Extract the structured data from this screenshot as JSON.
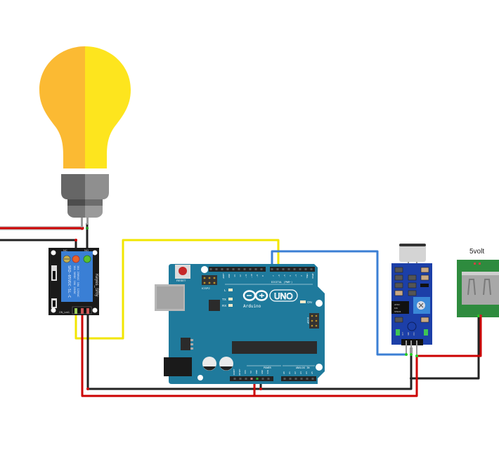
{
  "diagram": {
    "type": "breadboard-wiring",
    "title": "Sound-activated relay lamp circuit"
  },
  "components": {
    "bulb": {
      "name": "Light bulb",
      "colors": {
        "glass_left": "#FBBA33",
        "glass_right": "#FDE51E",
        "base_left": "#5f5f5f",
        "base_right": "#8f8f8f"
      }
    },
    "relay": {
      "label": "Keyes_SRly",
      "coil_text": "SRD-05VDC-SL-C",
      "rating_lines": [
        "10A 250VAC  10A 125VAC",
        "10A 30VDC  10A 28VDC"
      ],
      "terminal_nc": "NC",
      "terminal_no": "NO",
      "led_label": "ON_Led1",
      "signal_label": "S",
      "colors": {
        "board": "#1a1a1a",
        "relay": "#3a7fd5"
      }
    },
    "arduino": {
      "logo_text": "Arduino",
      "model": "UNO",
      "reset_label": "RESET",
      "icsp2_label": "ICSP2",
      "icsp_label": "ICSP",
      "digital_label": "DIGITAL (PWM~)",
      "power_label": "POWER",
      "analog_label": "ANALOG IN",
      "on_label": "ON",
      "leds": [
        "L",
        "TX",
        "RX"
      ],
      "digital_pins": [
        "AREF",
        "GND",
        "13",
        "12",
        "~11",
        "~10",
        "~9",
        "8",
        "7",
        "~6",
        "~5",
        "4",
        "~3",
        "2",
        "TX▶1",
        "RX◀0"
      ],
      "power_pins": [
        "IOREF",
        "RESET",
        "3V3",
        "5V",
        "GND",
        "GND",
        "VIN"
      ],
      "analog_pins": [
        "A0",
        "A1",
        "A2",
        "A3",
        "A4",
        "A5"
      ],
      "colors": {
        "board": "#1f7a9c",
        "header": "#222222"
      }
    },
    "sound_sensor": {
      "name": "Sound sensor module",
      "pins": [
        "OUT",
        "GND",
        "VCC"
      ],
      "chip_text": [
        "LM393",
        "KIN",
        "SENSOR"
      ],
      "colors": {
        "board": "#1c3fa8",
        "pot": "#3a88d8"
      }
    },
    "usb_power": {
      "label": "5volt",
      "colors": {
        "board": "#2e8b3e",
        "port": "#9a9a9a"
      }
    }
  },
  "wires": [
    {
      "id": "mains-red",
      "color": "#cc0000",
      "from": "left edge",
      "to": "bulb pin"
    },
    {
      "id": "mains-black",
      "color": "#222222",
      "from": "left edge",
      "to": "relay NC"
    },
    {
      "id": "bulb-relay",
      "color": "#222222",
      "from": "bulb",
      "to": "relay NO/COM"
    },
    {
      "id": "signal",
      "color": "#f2e600",
      "from": "relay S",
      "to": "arduino D6"
    },
    {
      "id": "sensor-out",
      "color": "#3b7fd4",
      "from": "arduino D7",
      "to": "sensor OUT"
    },
    {
      "id": "gnd-bus",
      "color": "#222222",
      "from": "relay GND",
      "to": "arduino GND / sensor GND / usb GND"
    },
    {
      "id": "vcc-bus",
      "color": "#cc0000",
      "from": "relay VCC",
      "to": "arduino 5V / sensor VCC / usb VCC"
    }
  ]
}
